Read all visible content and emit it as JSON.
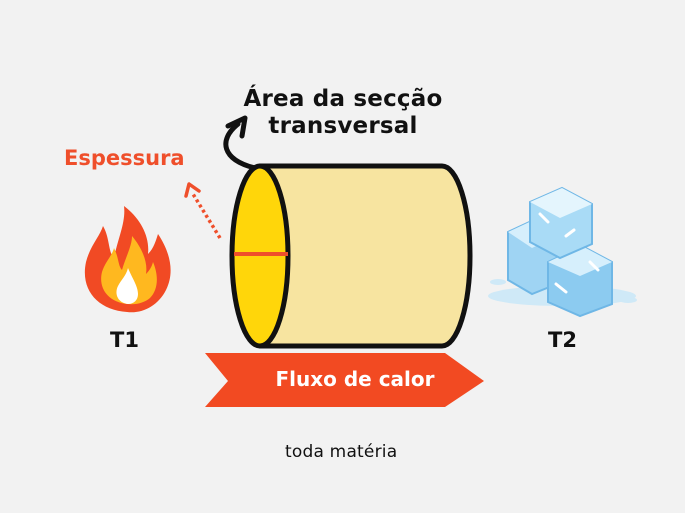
{
  "diagram": {
    "area_label_line1": "Área da secção",
    "area_label_line2": "transversal",
    "thickness_label": "Espessura",
    "t1_label": "T1",
    "t2_label": "T2",
    "heat_flow_label": "Fluxo de calor",
    "brand": "toda matéria"
  },
  "icons": {
    "hot_source": "fire-icon",
    "cold_source": "ice-cubes-icon"
  },
  "colors": {
    "background": "#f2f2f2",
    "cylinder_body": "#f7e4a0",
    "cylinder_face": "#ffd60a",
    "accent_red": "#ef4f2b",
    "outline": "#111111"
  }
}
